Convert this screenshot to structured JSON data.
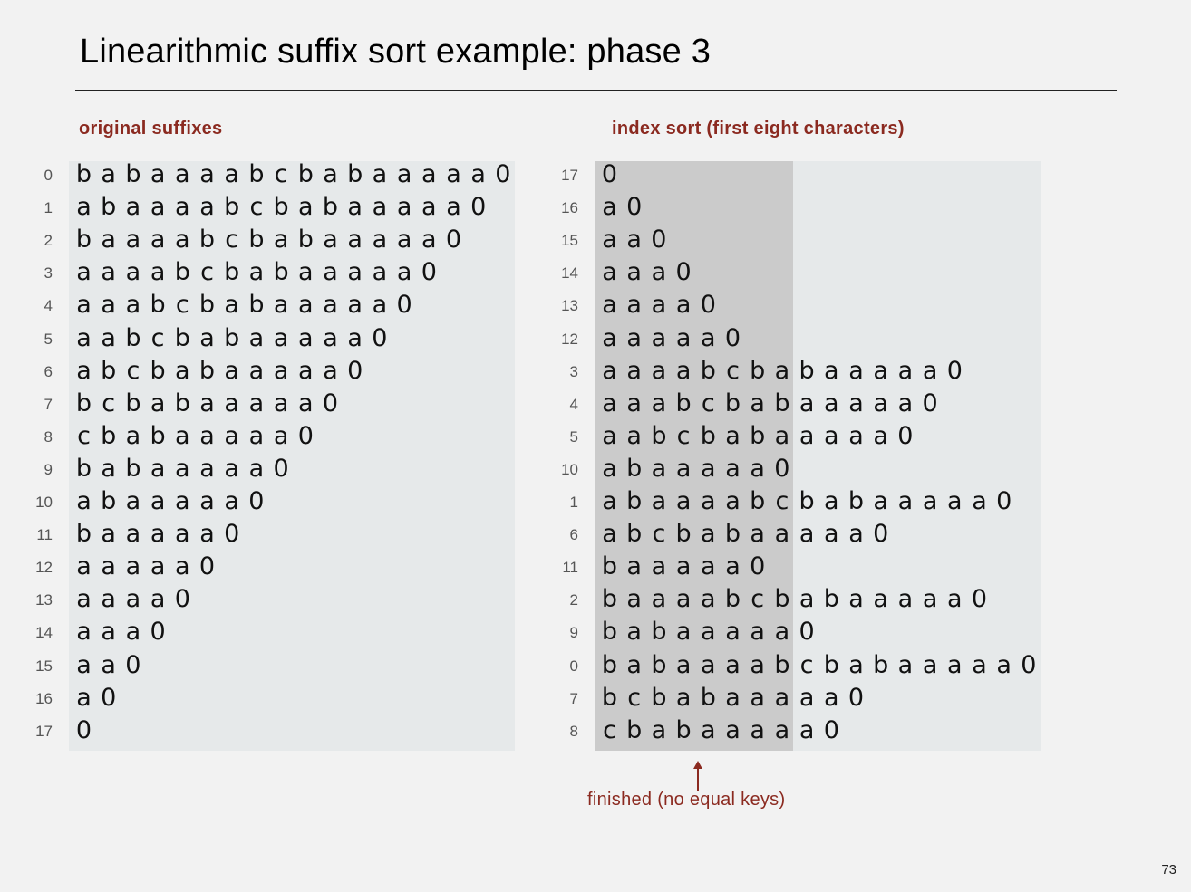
{
  "slide": {
    "title": "Linearithmic suffix sort example:  phase 3",
    "page_number": "73"
  },
  "left_panel": {
    "heading": "original suffixes",
    "rows": [
      {
        "index": "0",
        "chars": [
          "b",
          "a",
          "b",
          "a",
          "a",
          "a",
          "a",
          "b",
          "c",
          "b",
          "a",
          "b",
          "a",
          "a",
          "a",
          "a",
          "a",
          "0"
        ]
      },
      {
        "index": "1",
        "chars": [
          "a",
          "b",
          "a",
          "a",
          "a",
          "a",
          "b",
          "c",
          "b",
          "a",
          "b",
          "a",
          "a",
          "a",
          "a",
          "a",
          "0"
        ]
      },
      {
        "index": "2",
        "chars": [
          "b",
          "a",
          "a",
          "a",
          "a",
          "b",
          "c",
          "b",
          "a",
          "b",
          "a",
          "a",
          "a",
          "a",
          "a",
          "0"
        ]
      },
      {
        "index": "3",
        "chars": [
          "a",
          "a",
          "a",
          "a",
          "b",
          "c",
          "b",
          "a",
          "b",
          "a",
          "a",
          "a",
          "a",
          "a",
          "0"
        ]
      },
      {
        "index": "4",
        "chars": [
          "a",
          "a",
          "a",
          "b",
          "c",
          "b",
          "a",
          "b",
          "a",
          "a",
          "a",
          "a",
          "a",
          "0"
        ]
      },
      {
        "index": "5",
        "chars": [
          "a",
          "a",
          "b",
          "c",
          "b",
          "a",
          "b",
          "a",
          "a",
          "a",
          "a",
          "a",
          "0"
        ]
      },
      {
        "index": "6",
        "chars": [
          "a",
          "b",
          "c",
          "b",
          "a",
          "b",
          "a",
          "a",
          "a",
          "a",
          "a",
          "0"
        ]
      },
      {
        "index": "7",
        "chars": [
          "b",
          "c",
          "b",
          "a",
          "b",
          "a",
          "a",
          "a",
          "a",
          "a",
          "0"
        ]
      },
      {
        "index": "8",
        "chars": [
          "c",
          "b",
          "a",
          "b",
          "a",
          "a",
          "a",
          "a",
          "a",
          "0"
        ]
      },
      {
        "index": "9",
        "chars": [
          "b",
          "a",
          "b",
          "a",
          "a",
          "a",
          "a",
          "a",
          "0"
        ]
      },
      {
        "index": "10",
        "chars": [
          "a",
          "b",
          "a",
          "a",
          "a",
          "a",
          "a",
          "0"
        ]
      },
      {
        "index": "11",
        "chars": [
          "b",
          "a",
          "a",
          "a",
          "a",
          "a",
          "0"
        ]
      },
      {
        "index": "12",
        "chars": [
          "a",
          "a",
          "a",
          "a",
          "a",
          "0"
        ]
      },
      {
        "index": "13",
        "chars": [
          "a",
          "a",
          "a",
          "a",
          "0"
        ]
      },
      {
        "index": "14",
        "chars": [
          "a",
          "a",
          "a",
          "0"
        ]
      },
      {
        "index": "15",
        "chars": [
          "a",
          "a",
          "0"
        ]
      },
      {
        "index": "16",
        "chars": [
          "a",
          "0"
        ]
      },
      {
        "index": "17",
        "chars": [
          "0"
        ]
      }
    ]
  },
  "right_panel": {
    "heading": "index sort (first eight characters)",
    "shaded_prefix_length": 8,
    "rows": [
      {
        "index": "17",
        "chars": [
          "0"
        ]
      },
      {
        "index": "16",
        "chars": [
          "a",
          "0"
        ]
      },
      {
        "index": "15",
        "chars": [
          "a",
          "a",
          "0"
        ]
      },
      {
        "index": "14",
        "chars": [
          "a",
          "a",
          "a",
          "0"
        ]
      },
      {
        "index": "13",
        "chars": [
          "a",
          "a",
          "a",
          "a",
          "0"
        ]
      },
      {
        "index": "12",
        "chars": [
          "a",
          "a",
          "a",
          "a",
          "a",
          "0"
        ]
      },
      {
        "index": "3",
        "chars": [
          "a",
          "a",
          "a",
          "a",
          "b",
          "c",
          "b",
          "a",
          "b",
          "a",
          "a",
          "a",
          "a",
          "a",
          "0"
        ]
      },
      {
        "index": "4",
        "chars": [
          "a",
          "a",
          "a",
          "b",
          "c",
          "b",
          "a",
          "b",
          "a",
          "a",
          "a",
          "a",
          "a",
          "0"
        ]
      },
      {
        "index": "5",
        "chars": [
          "a",
          "a",
          "b",
          "c",
          "b",
          "a",
          "b",
          "a",
          "a",
          "a",
          "a",
          "a",
          "0"
        ]
      },
      {
        "index": "10",
        "chars": [
          "a",
          "b",
          "a",
          "a",
          "a",
          "a",
          "a",
          "0"
        ]
      },
      {
        "index": "1",
        "chars": [
          "a",
          "b",
          "a",
          "a",
          "a",
          "a",
          "b",
          "c",
          "b",
          "a",
          "b",
          "a",
          "a",
          "a",
          "a",
          "a",
          "0"
        ]
      },
      {
        "index": "6",
        "chars": [
          "a",
          "b",
          "c",
          "b",
          "a",
          "b",
          "a",
          "a",
          "a",
          "a",
          "a",
          "0"
        ]
      },
      {
        "index": "11",
        "chars": [
          "b",
          "a",
          "a",
          "a",
          "a",
          "a",
          "0"
        ]
      },
      {
        "index": "2",
        "chars": [
          "b",
          "a",
          "a",
          "a",
          "a",
          "b",
          "c",
          "b",
          "a",
          "b",
          "a",
          "a",
          "a",
          "a",
          "a",
          "0"
        ]
      },
      {
        "index": "9",
        "chars": [
          "b",
          "a",
          "b",
          "a",
          "a",
          "a",
          "a",
          "a",
          "0"
        ]
      },
      {
        "index": "0",
        "chars": [
          "b",
          "a",
          "b",
          "a",
          "a",
          "a",
          "a",
          "b",
          "c",
          "b",
          "a",
          "b",
          "a",
          "a",
          "a",
          "a",
          "a",
          "0"
        ]
      },
      {
        "index": "7",
        "chars": [
          "b",
          "c",
          "b",
          "a",
          "b",
          "a",
          "a",
          "a",
          "a",
          "a",
          "0"
        ]
      },
      {
        "index": "8",
        "chars": [
          "c",
          "b",
          "a",
          "b",
          "a",
          "a",
          "a",
          "a",
          "a",
          "0"
        ]
      }
    ],
    "annotation": "finished (no equal keys)"
  },
  "colors": {
    "accent": "#8b2a20",
    "panel_background": "#e6e9ea",
    "sorted_prefix_shade": "#cbcbcb"
  }
}
